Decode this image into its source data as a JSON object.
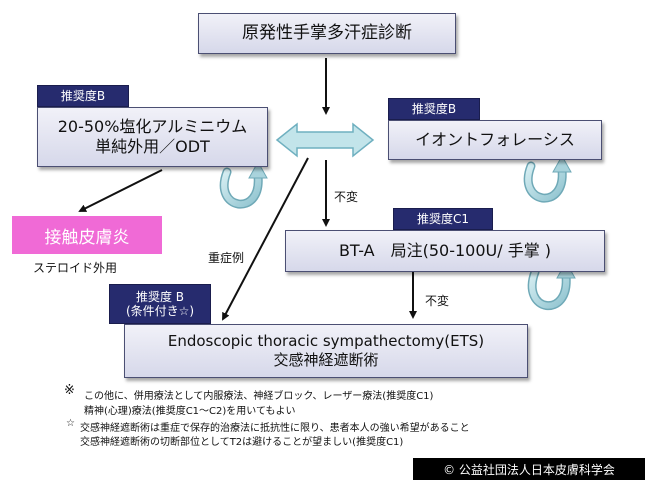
{
  "diagnosis": "原発性手掌多汗症診断",
  "aluminum": {
    "badge": "推奨度B",
    "line1": "20-50%塩化アルミニウム",
    "line2": "単純外用／ODT"
  },
  "iontophoresis": {
    "badge": "推奨度B",
    "label": "イオントフォレーシス"
  },
  "contact_dermatitis": "接触皮膚炎",
  "steroid_note": "ステロイド外用",
  "unchanged_1": "不変",
  "bta": {
    "badge": "推奨度C1",
    "label": "BT-A　局注(50-100U/ 手掌 )"
  },
  "severe_case": "重症例",
  "unchanged_2": "不変",
  "ets": {
    "badge_line1": "推奨度 B",
    "badge_line2": "(条件付き☆)",
    "line1": "Endoscopic thoracic sympathectomy(ETS)",
    "line2": "交感神経遮断術"
  },
  "notes": {
    "mark1": "※",
    "line1": "この他に、併用療法として内服療法、神経ブロック、レーザー療法(推奨度C1)",
    "line2": "精神(心理)療法(推奨度C1〜C2)を用いてもよい",
    "mark2": "☆",
    "line3": "交感神経遮断術は重症で保存的治療法に抵抗性に限り、患者本人の強い希望があること",
    "line4": "交感神経遮断術の切断部位としてT2は避けることが望ましい(推奨度C1)"
  },
  "copyright": "© 公益社団法人日本皮膚科学会",
  "colors": {
    "badge": "#262b6e",
    "contact_dermatitis": "#f06ad6",
    "cycle_arrow": "#a9d3dc",
    "double_arrow": "#c2e4ea"
  }
}
